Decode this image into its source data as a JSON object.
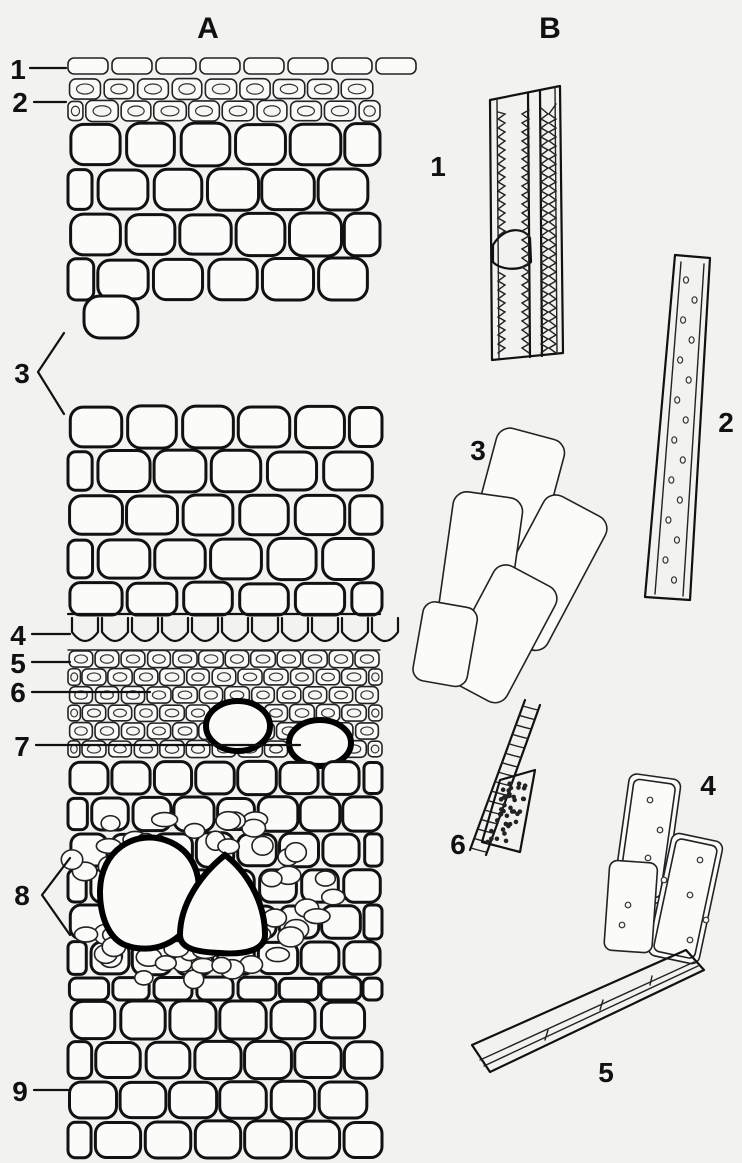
{
  "panels": {
    "a": {
      "heading": "A",
      "labels": [
        "1",
        "2",
        "3",
        "4",
        "5",
        "6",
        "7",
        "8",
        "9"
      ]
    },
    "b": {
      "heading": "B",
      "labels": [
        "1",
        "2",
        "3",
        "4",
        "5",
        "6"
      ]
    }
  }
}
